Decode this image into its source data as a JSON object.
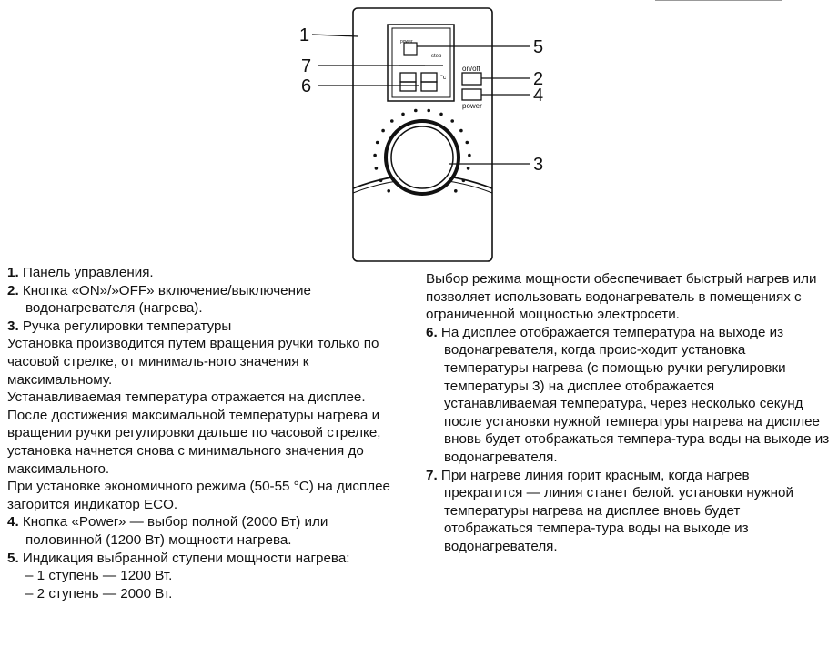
{
  "figure": {
    "callouts": [
      "1",
      "2",
      "3",
      "4",
      "5",
      "6",
      "7"
    ],
    "panel_labels": {
      "power_small": "power",
      "step": "step",
      "on_off": "on/off",
      "power": "power",
      "degree": "°c"
    }
  },
  "left_column": {
    "item1_num": "1.",
    "item1_text": "Панель управления.",
    "item2_num": "2.",
    "item2_text": "Кнопка «ON»/»OFF» включение/выключение водонагревателя (нагрева).",
    "item3_num": "3.",
    "item3_text": "Ручка регулировки температуры",
    "para1": "Установка производится путем вращения ручки только по часовой стрелке, от минималь-ного значения к максимальному.",
    "para2": "Устанавливаемая температура отражается на дисплее.",
    "para3": "После достижения максимальной температуры нагрева и вращении ручки регулировки дальше по часовой стрелке, установка начнется снова с минимального значения до максимального.",
    "para4": "При установке экономичного режима (50-55 °C) на дисплее загорится индикатор ECO.",
    "item4_num": "4.",
    "item4_text": "Кнопка «Power» — выбор полной (2000 Вт) или половинной (1200 Вт) мощности нагрева.",
    "item5_num": "5.",
    "item5_text": "Индикация выбранной ступени мощности нагрева:",
    "step1": "– 1 ступень — 1200 Вт.",
    "step2": "– 2 ступень — 2000 Вт."
  },
  "right_column": {
    "para1": "Выбор режима мощности обеспечивает быстрый нагрев или позволяет использовать водонагреватель в помещениях с ограниченной мощностью электросети.",
    "item6_num": "6.",
    "item6_text": "На дисплее отображается температура на выходе из водонагревателя, когда проис-ходит установка температуры нагрева (с помощью ручки регулировки температуры 3) на дисплее отображается устанавливаемая температура, через несколько секунд после установки нужной температуры нагрева на дисплее вновь будет отображаться темпера-тура воды на выходе из водонагревателя.",
    "item7_num": "7.",
    "item7_text": "При нагреве линия горит красным, когда нагрев прекратится — линия станет белой. установки нужной температуры нагрева на дисплее вновь будет отображаться темпера-тура воды на выходе из водонагревателя."
  }
}
